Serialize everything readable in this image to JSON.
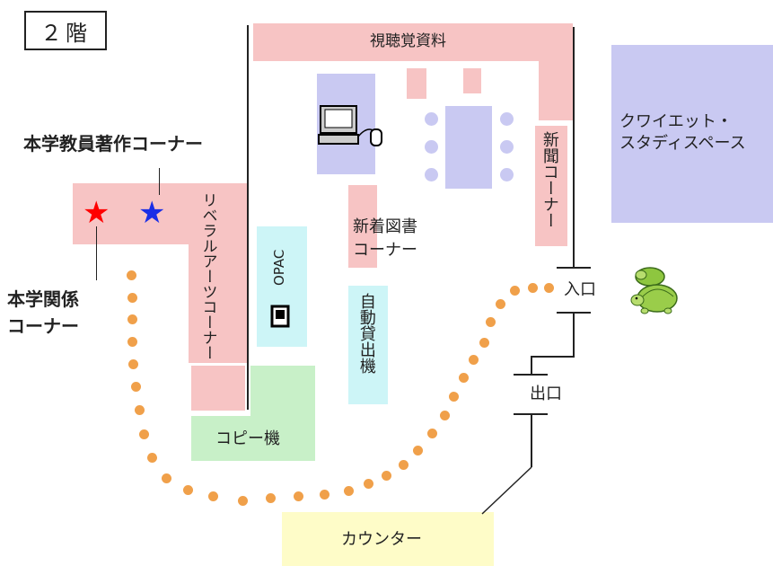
{
  "floor": {
    "label": "２階"
  },
  "areas": {
    "av_materials": "視聴覚資料",
    "quiet_study": "クワイエット・\nスタディスペース",
    "newspaper": "新聞コーナー",
    "new_books": "新着図書\nコーナー",
    "liberal_arts": "リベラルアーツコーナー",
    "opac": "OPAC",
    "self_checkout": "自動貸出機",
    "copy": "コピー機",
    "counter": "カウンター",
    "entrance": "入口",
    "exit": "出口"
  },
  "labels": {
    "faculty_works": "本学教員著作コーナー",
    "university_related": "本学関係\nコーナー"
  },
  "colors": {
    "pink": "#f7c4c4",
    "lavender": "#c9c9f2",
    "cyan": "#cdf5f7",
    "green": "#c8f0c8",
    "yellow": "#fefcc8",
    "route": "#f0a04a",
    "star_red": "#ff0000",
    "star_blue": "#1a2ee6"
  },
  "icons": [
    "computer-icon",
    "opac-terminal-icon",
    "turtle-mascot-icon",
    "red-star-icon",
    "blue-star-icon"
  ]
}
